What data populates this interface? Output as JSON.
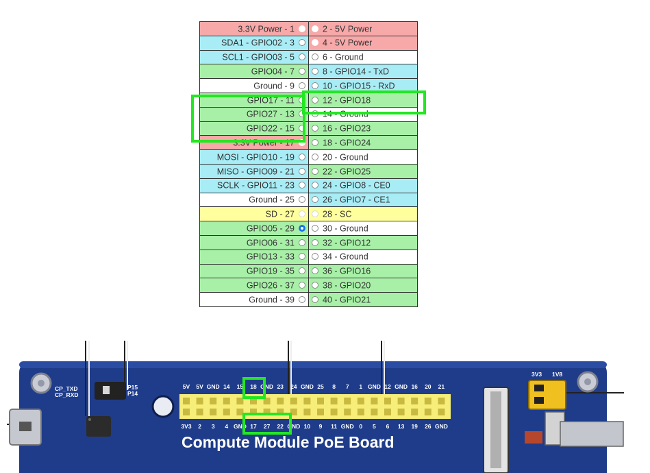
{
  "colors": {
    "power": "#f7a8a8",
    "i2c": "#a8ecf5",
    "ground": "#ffffff",
    "gpio": "#a8f0a8",
    "uart": "#a8ecf5",
    "spi": "#a8ecf5",
    "id": "#ffff9e",
    "highlight": "#22e722",
    "board": "#1f3c8a",
    "header_pin": "#f6ee78"
  },
  "pins": [
    {
      "left": "3.3V Power - 1",
      "lc": "power",
      "lr": "filled",
      "right": "2 - 5V Power",
      "rc": "power",
      "rr": "filled"
    },
    {
      "left": "SDA1 - GPIO02 - 3",
      "lc": "i2c",
      "lr": "normal",
      "right": "4 - 5V Power",
      "rc": "power",
      "rr": "filled"
    },
    {
      "left": "SCL1 - GPIO03 - 5",
      "lc": "i2c",
      "lr": "normal",
      "right": "6 - Ground",
      "rc": "ground",
      "rr": "normal"
    },
    {
      "left": "GPIO04 - 7",
      "lc": "gpio",
      "lr": "normal",
      "right": "8 - GPIO14 - TxD",
      "rc": "uart",
      "rr": "normal"
    },
    {
      "left": "Ground - 9",
      "lc": "ground",
      "lr": "normal",
      "right": "10 - GPIO15 - RxD",
      "rc": "uart",
      "rr": "normal"
    },
    {
      "left": "GPIO17 - 11",
      "lc": "gpio",
      "lr": "normal",
      "right": "12 - GPIO18",
      "rc": "gpio",
      "rr": "normal"
    },
    {
      "left": "GPIO27 - 13",
      "lc": "gpio",
      "lr": "normal",
      "right": "14 - Ground",
      "rc": "ground",
      "rr": "normal"
    },
    {
      "left": "GPIO22 - 15",
      "lc": "gpio",
      "lr": "normal",
      "right": "16 - GPIO23",
      "rc": "gpio",
      "rr": "normal"
    },
    {
      "left": "3.3V Power - 17",
      "lc": "power",
      "lr": "filled",
      "right": "18 - GPIO24",
      "rc": "gpio",
      "rr": "normal"
    },
    {
      "left": "MOSI - GPIO10 - 19",
      "lc": "spi",
      "lr": "normal",
      "right": "20 - Ground",
      "rc": "ground",
      "rr": "normal"
    },
    {
      "left": "MISO - GPIO09 - 21",
      "lc": "spi",
      "lr": "normal",
      "right": "22 - GPIO25",
      "rc": "gpio",
      "rr": "normal"
    },
    {
      "left": "SCLK - GPIO11 - 23",
      "lc": "spi",
      "lr": "normal",
      "right": "24 - GPIO8 - CE0",
      "rc": "spi",
      "rr": "normal"
    },
    {
      "left": "Ground - 25",
      "lc": "ground",
      "lr": "normal",
      "right": "26 - GPIO7 - CE1",
      "rc": "spi",
      "rr": "normal"
    },
    {
      "left": "SD - 27",
      "lc": "id",
      "lr": "faded",
      "right": "28 - SC",
      "rc": "id",
      "rr": "faded"
    },
    {
      "left": "GPIO05 - 29",
      "lc": "gpio",
      "lr": "checked",
      "right": "30 - Ground",
      "rc": "ground",
      "rr": "normal"
    },
    {
      "left": "GPIO06 - 31",
      "lc": "gpio",
      "lr": "normal",
      "right": "32 - GPIO12",
      "rc": "gpio",
      "rr": "normal"
    },
    {
      "left": "GPIO13 - 33",
      "lc": "gpio",
      "lr": "normal",
      "right": "34 - Ground",
      "rc": "ground",
      "rr": "normal"
    },
    {
      "left": "GPIO19 - 35",
      "lc": "gpio",
      "lr": "normal",
      "right": "36 - GPIO16",
      "rc": "gpio",
      "rr": "normal"
    },
    {
      "left": "GPIO26 - 37",
      "lc": "gpio",
      "lr": "normal",
      "right": "38 - GPIO20",
      "rc": "gpio",
      "rr": "normal"
    },
    {
      "left": "Ground - 39",
      "lc": "ground",
      "lr": "normal",
      "right": "40 - GPIO21",
      "rc": "gpio",
      "rr": "normal"
    }
  ],
  "board": {
    "top_header_labels": [
      "5V",
      "5V",
      "GND",
      "14",
      "15",
      "18",
      "GND",
      "23",
      "24",
      "GND",
      "25",
      "8",
      "7",
      "1",
      "GND",
      "12",
      "GND",
      "16",
      "20",
      "21"
    ],
    "bottom_header_labels": [
      "3V3",
      "2",
      "3",
      "4",
      "GND",
      "17",
      "27",
      "22",
      "GND",
      "10",
      "9",
      "11",
      "GND",
      "0",
      "5",
      "6",
      "13",
      "19",
      "26",
      "GND"
    ],
    "uart_labels": [
      "CP_TXD",
      "CP_RXD"
    ],
    "jumper_labels": [
      "P15",
      "P14"
    ],
    "power_select_labels": [
      "3V3",
      "1V8"
    ],
    "title": "Compute Module PoE Board"
  }
}
